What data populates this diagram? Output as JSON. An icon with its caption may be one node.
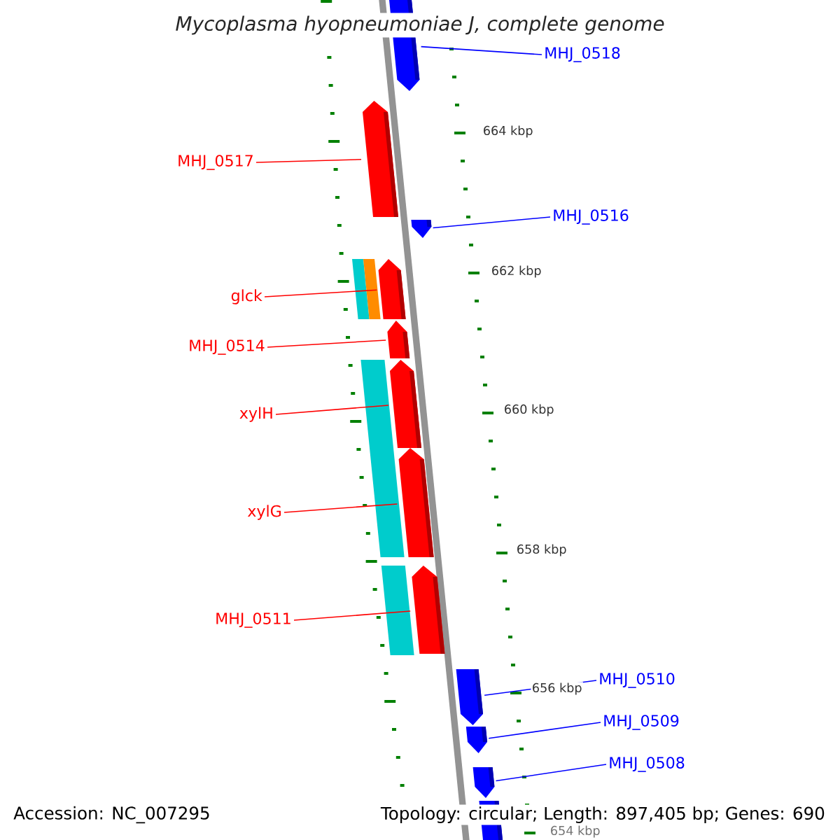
{
  "diagram": {
    "title": "*Mycoplasma hyopneumoniae J, complete genome*",
    "nodes": [
      {
        "text": [
          "MHJ_0518"
        ]
      },
      {
        "text": [
          "MHJ_0517"
        ]
      },
      {
        "text": [
          "MHJ_0516"
        ]
      },
      {
        "text": [
          "glck"
        ]
      },
      {
        "text": [
          "MHJ_0514"
        ]
      },
      {
        "text": [
          "xylH"
        ]
      },
      {
        "text": [
          "xylG"
        ]
      },
      {
        "text": [
          "MHJ_0511"
        ]
      },
      {
        "text": [
          "MHJ_0510"
        ]
      },
      {
        "text": [
          "MHJ_0509"
        ]
      },
      {
        "text": [
          "MHJ_0508"
        ]
      },
      {
        "text": [],
        "shape": "gene"
      },
      {
        "text": [],
        "shape": "gene"
      },
      {
        "text": [],
        "shape": "gene"
      },
      {
        "text": [],
        "shape": "gene"
      },
      {
        "text": [],
        "shape": "gene"
      },
      {
        "text": [],
        "shape": "gene"
      },
      {
        "text": [],
        "shape": "gene"
      },
      {
        "text": [],
        "shape": "gene"
      },
      {
        "text": [],
        "shape": "gene"
      },
      {
        "text": [],
        "shape": "gene"
      },
      {
        "text": [],
        "shape": "gene"
      },
      {
        "text": [],
        "shape": "gene"
      }
    ],
    "edges": [
      {
        "from": 0,
        "to": 11,
        "arrow": "none",
        "color": "#0000ff"
      },
      {
        "from": 1,
        "to": 12,
        "arrow": "none"
      },
      {
        "from": 2,
        "to": 13,
        "arrow": "none",
        "color": "#0000ff"
      },
      {
        "from": 3,
        "to": 14,
        "arrow": "none"
      },
      {
        "from": 4,
        "to": 15,
        "arrow": "none"
      },
      {
        "from": 5,
        "to": 16,
        "arrow": "none"
      },
      {
        "from": 6,
        "to": 17,
        "arrow": "none"
      },
      {
        "from": 7,
        "to": 18,
        "arrow": "none"
      },
      {
        "from": 8,
        "to": 19,
        "arrow": "none",
        "color": "#0000ff"
      },
      {
        "from": 9,
        "to": 20,
        "arrow": "none",
        "color": "#0000ff"
      },
      {
        "from": 10,
        "to": 21,
        "arrow": "none",
        "color": "#0000ff"
      }
    ],
    "labels": [
      "664 kbp",
      "662 kbp",
      "660 kbp",
      "658 kbp",
      "656 kbp",
      "654 kbp",
      "Accession: NC_007295",
      "Topology: circular; Length: 897,405 bp; Genes: 690"
    ]
  }
}
